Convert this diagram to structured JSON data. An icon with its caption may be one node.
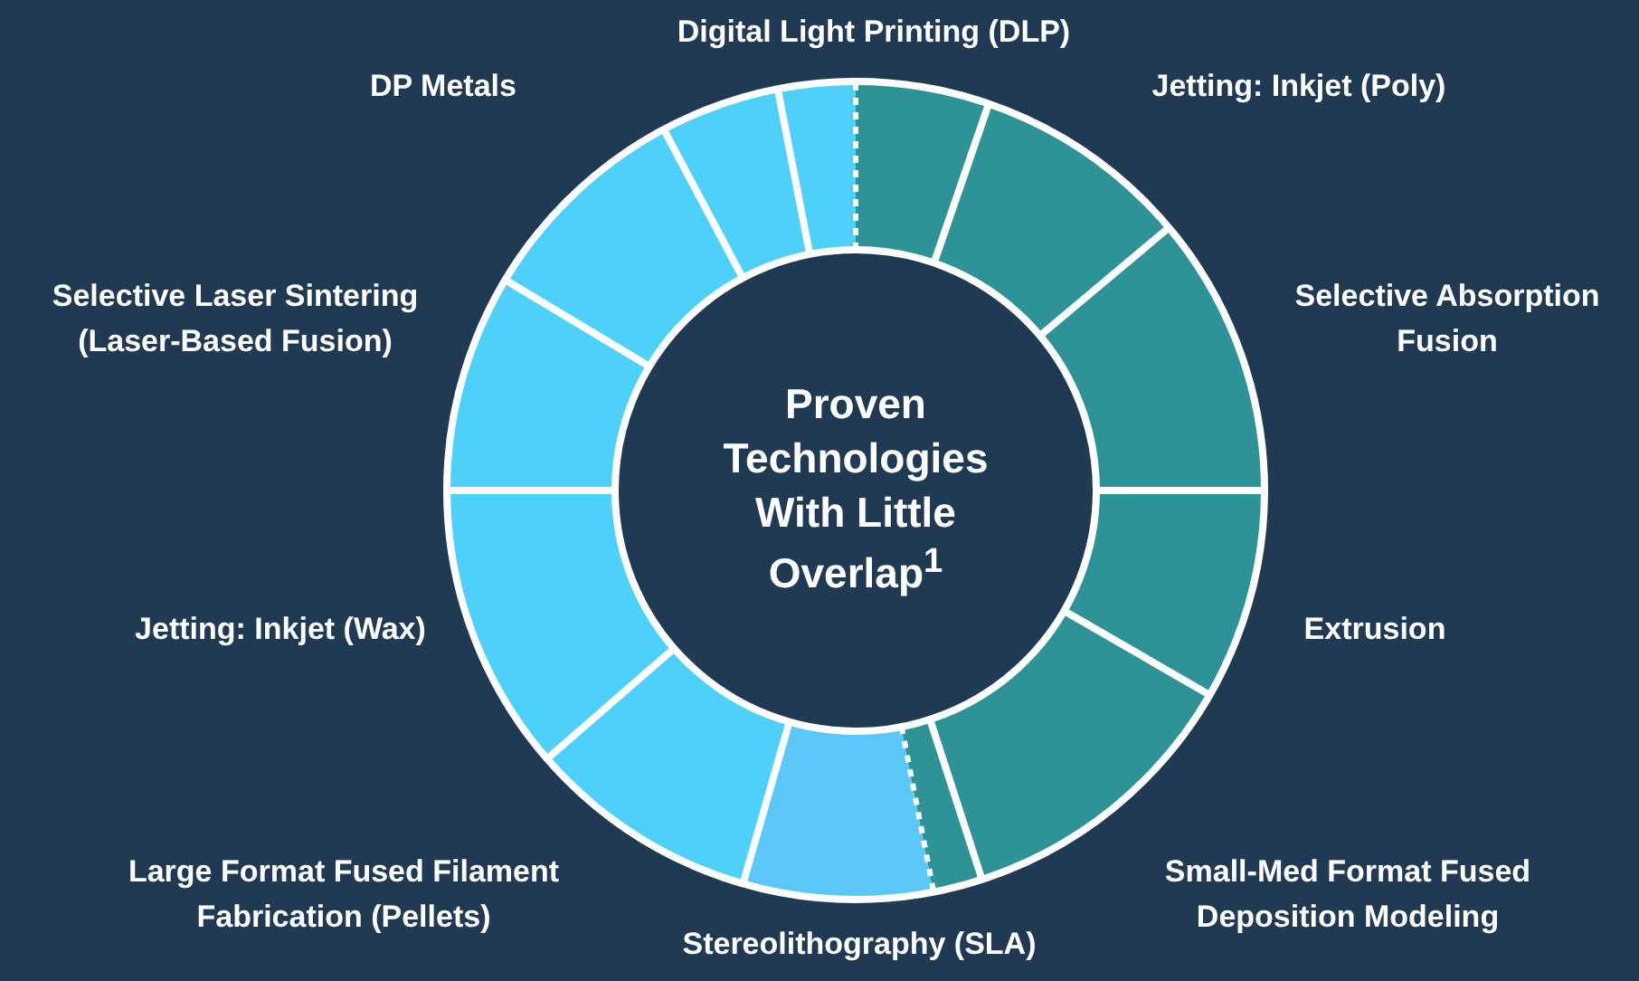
{
  "diagram": {
    "nodes": [
      {
        "text": [
          "Proven Technologies With Little Overlap$^{1}$"
        ]
      }
    ],
    "labels": [
      "Digital Light Printing (DLP)",
      "DP Metals",
      "Jetting: Inkjet (Poly)",
      "Selective Laser Sintering (Laser-Based Fusion)",
      "Selective Absorption Fusion",
      "Jetting: Inkjet (Wax)",
      "Extrusion",
      "Large Format Fused Filament Fabrication (Pellets)",
      "Small-Med Format Fused Deposition Modeling",
      "Stereolithography (SLA)"
    ]
  }
}
